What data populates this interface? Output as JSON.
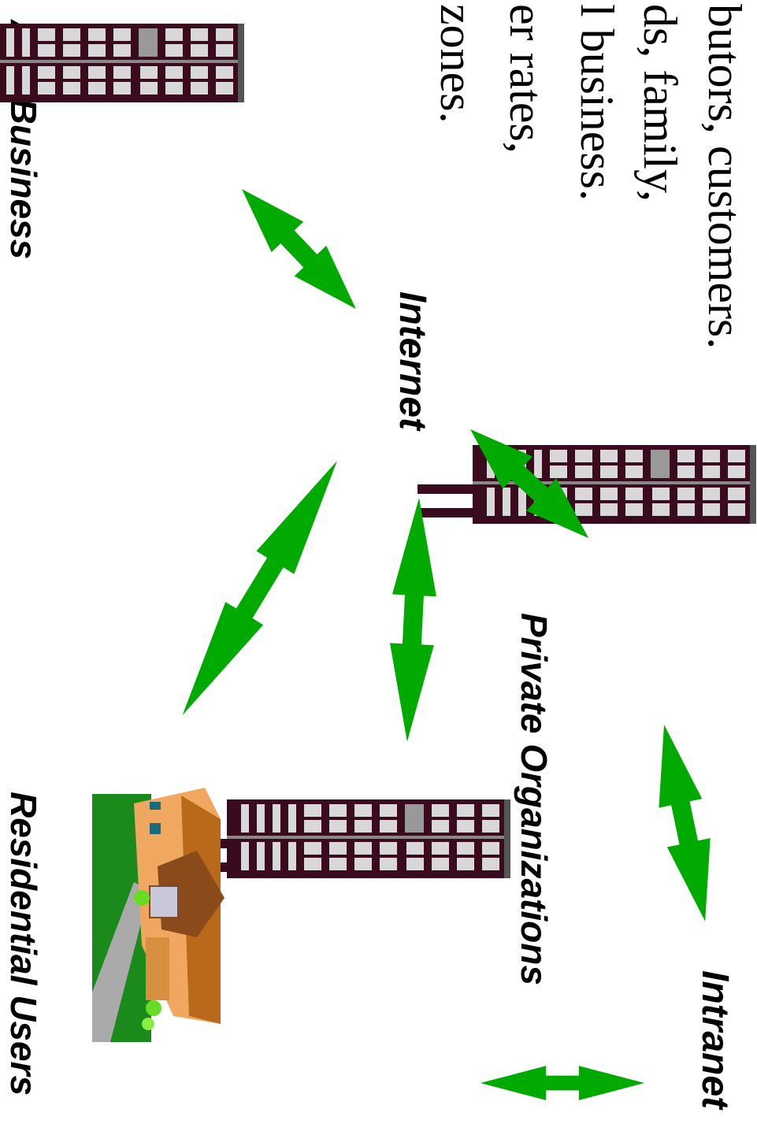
{
  "body_text": {
    "line1": "butors, customers.",
    "line2": "ds, family,",
    "line3": "l business.",
    "line4": "er rates,",
    "line5": "zones."
  },
  "labels": {
    "internet": "Internet",
    "private_organizations": "Private Organizations",
    "intranet": "Intranet",
    "any_business": "Any Business",
    "residential_users": "Residential Users"
  },
  "colors": {
    "arrow": "#00aa00",
    "building": "#3a0a1e",
    "window": "#d8d8d8",
    "house_roof": "#f0a860",
    "grass": "#1a8a1a"
  },
  "icons": [
    "office-building-icon",
    "house-icon",
    "double-arrow-icon"
  ]
}
